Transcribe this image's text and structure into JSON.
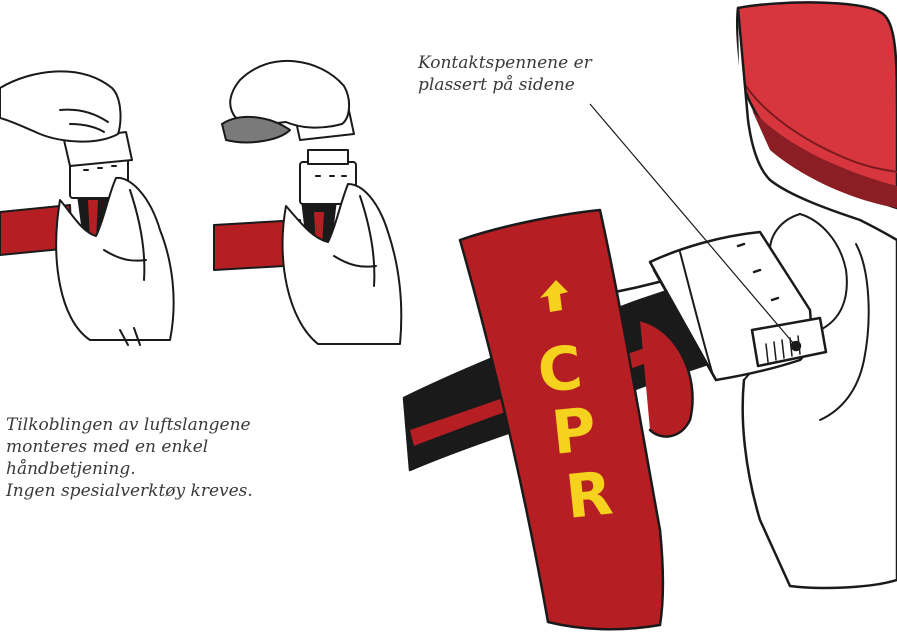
{
  "caption_connector": {
    "line1": "Kontaktspennene er",
    "line2": "plassert på sidene"
  },
  "caption_instructions": {
    "line1": "Tilkoblingen av luftslangene",
    "line2": "monteres med en enkel",
    "line3": "håndbetjening.",
    "line4": "Ingen spesialverktøy kreves."
  },
  "strap_label": {
    "letters": [
      "C",
      "P",
      "R"
    ]
  },
  "colors": {
    "strap_red": "#b51f23",
    "cushion_red": "#d8363f",
    "label_yellow": "#f5d21e",
    "outline": "#1a1a1a",
    "skin": "#ffffff"
  }
}
